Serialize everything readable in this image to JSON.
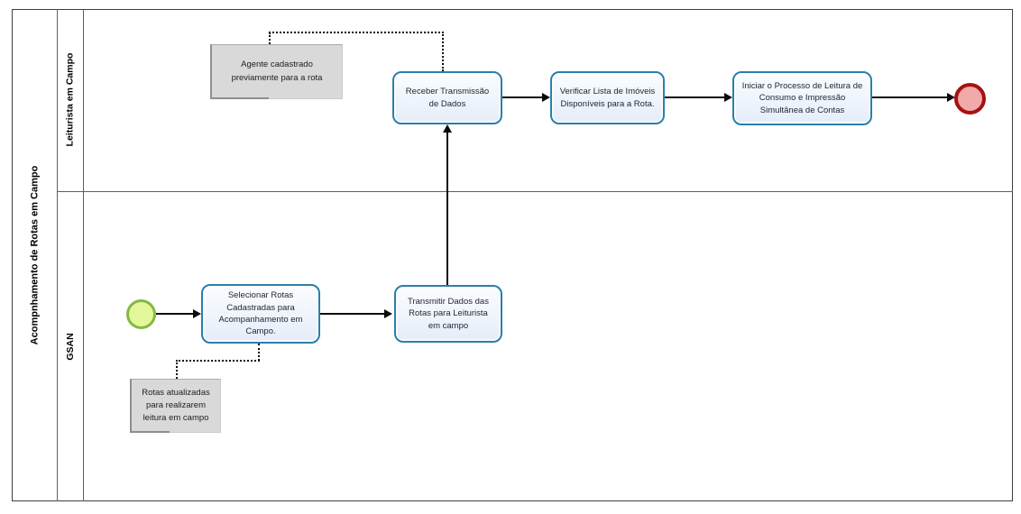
{
  "pool": {
    "title": "Acompnhamento de Rotas em Campo",
    "lanes": [
      {
        "label": "Leiturista em Campo"
      },
      {
        "label": "GSAN"
      }
    ]
  },
  "tasks": {
    "receber": {
      "label": "Receber Transmissão de Dados"
    },
    "verificar": {
      "label": "Verificar Lista de Imóveis Disponíveis para a Rota."
    },
    "iniciar": {
      "label": "Iniciar o Processo de Leitura de Consumo e Impressão Simultânea de Contas"
    },
    "selecionar": {
      "label": "Selecionar Rotas Cadastradas para Acompanhamento em Campo."
    },
    "transmitir": {
      "label": "Transmitir Dados das Rotas para Leiturista em campo"
    }
  },
  "annotations": {
    "agente": {
      "label": "Agente cadastrado previamente para a rota"
    },
    "rotas": {
      "label": "Rotas atualizadas para realizarem leitura em campo"
    }
  },
  "events": {
    "start": {
      "name": "start-event"
    },
    "end": {
      "name": "end-event"
    }
  },
  "colors": {
    "task_fill": "#eaf0fb",
    "task_stroke": "#2b7fa9",
    "annotation_fill": "#d9d9d9",
    "start_fill": "#e4f79b",
    "start_stroke": "#84b943",
    "end_fill": "#f1a9a9",
    "end_stroke": "#a61111",
    "flow": "#0a0a0a"
  }
}
